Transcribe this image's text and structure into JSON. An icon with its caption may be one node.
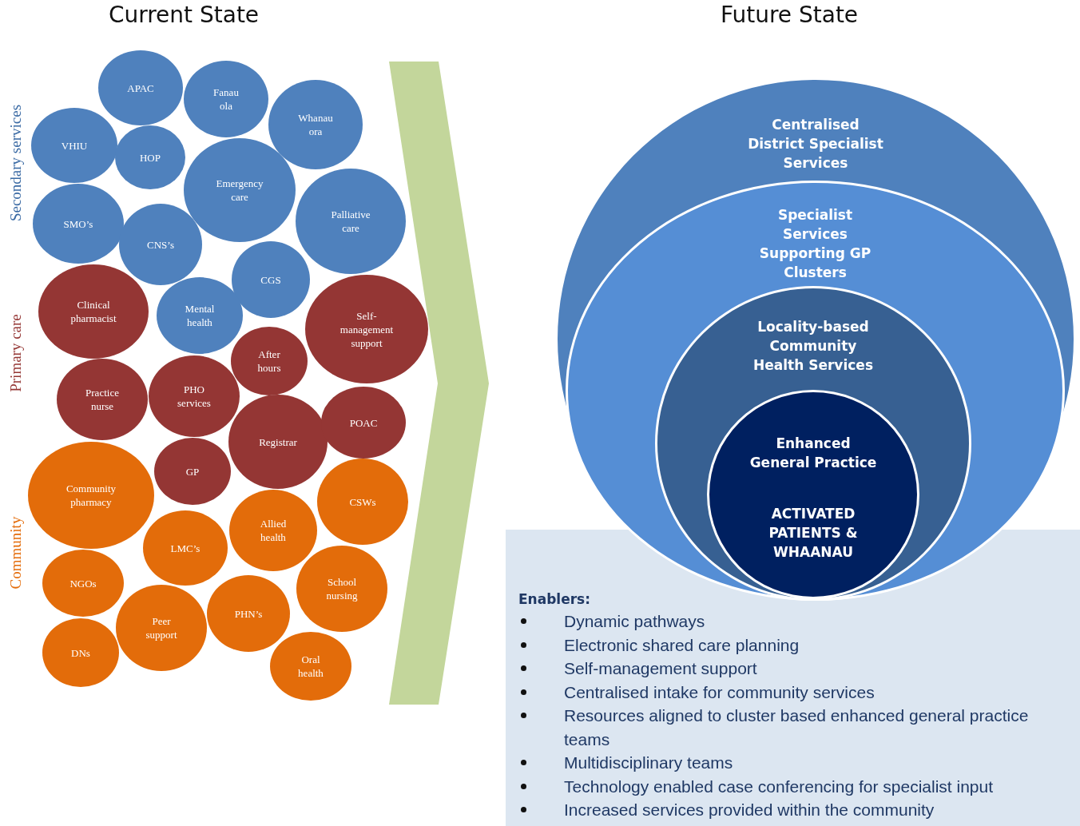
{
  "diagram": {
    "nodes": [
      {
        "text": [
          "APAC"
        ]
      },
      {
        "text": [
          "Fanau ola"
        ]
      },
      {
        "text": [
          "Whanau ora"
        ]
      },
      {
        "text": [
          "VHIU"
        ]
      },
      {
        "text": [
          "HOP"
        ]
      },
      {
        "text": [
          "Emergency care"
        ]
      },
      {
        "text": [
          "SMO’s"
        ]
      },
      {
        "text": [
          "CNS’s"
        ]
      },
      {
        "text": [
          "Palliative care"
        ]
      },
      {
        "text": [
          "CGS"
        ]
      },
      {
        "text": [
          "Clinical pharmacist"
        ]
      },
      {
        "text": [
          "Mental health"
        ]
      },
      {
        "text": [
          "Self-management support"
        ]
      },
      {
        "text": [
          "After hours"
        ]
      },
      {
        "text": [
          "Practice nurse"
        ]
      },
      {
        "text": [
          "PHO services"
        ]
      },
      {
        "text": [
          "Registrar"
        ]
      },
      {
        "text": [
          "POAC"
        ]
      },
      {
        "text": [
          "GP"
        ]
      },
      {
        "text": [
          "Community pharmacy"
        ]
      },
      {
        "text": [
          "CSWs"
        ]
      },
      {
        "text": [
          "LMC’s"
        ]
      },
      {
        "text": [
          "Allied health"
        ]
      },
      {
        "text": [
          "NGOs"
        ]
      },
      {
        "text": [
          "School nursing"
        ]
      },
      {
        "text": [
          "Peer support"
        ]
      },
      {
        "text": [
          "PHN’s"
        ]
      },
      {
        "text": [
          "DNs"
        ]
      },
      {
        "text": [
          "Oral health"
        ]
      },
      {
        "text": [
          "Centralised District Specialist Services"
        ]
      },
      {
        "text": [
          "Specialist Services Supporting GP Clusters"
        ],
        "in": 29
      },
      {
        "text": [
          "Locality-based Community Health Services"
        ],
        "in": 30
      },
      {
        "text": [
          "Enhanced General Practice",
          "ACTIVATED PATIENTS & WHAANAU"
        ],
        "in": 31
      }
    ],
    "labels": [
      "Current State",
      "Future State",
      "Secondary services",
      "Primary care",
      "Community",
      "Enablers:",
      "Dynamic pathways",
      "Electronic shared care planning",
      "Self-management support",
      "Centralised intake for community services",
      "Resources aligned to cluster based enhanced general practice teams",
      "Multidisciplinary teams",
      "Technology enabled case conferencing for specialist input",
      "Increased services provided within the community"
    ]
  }
}
